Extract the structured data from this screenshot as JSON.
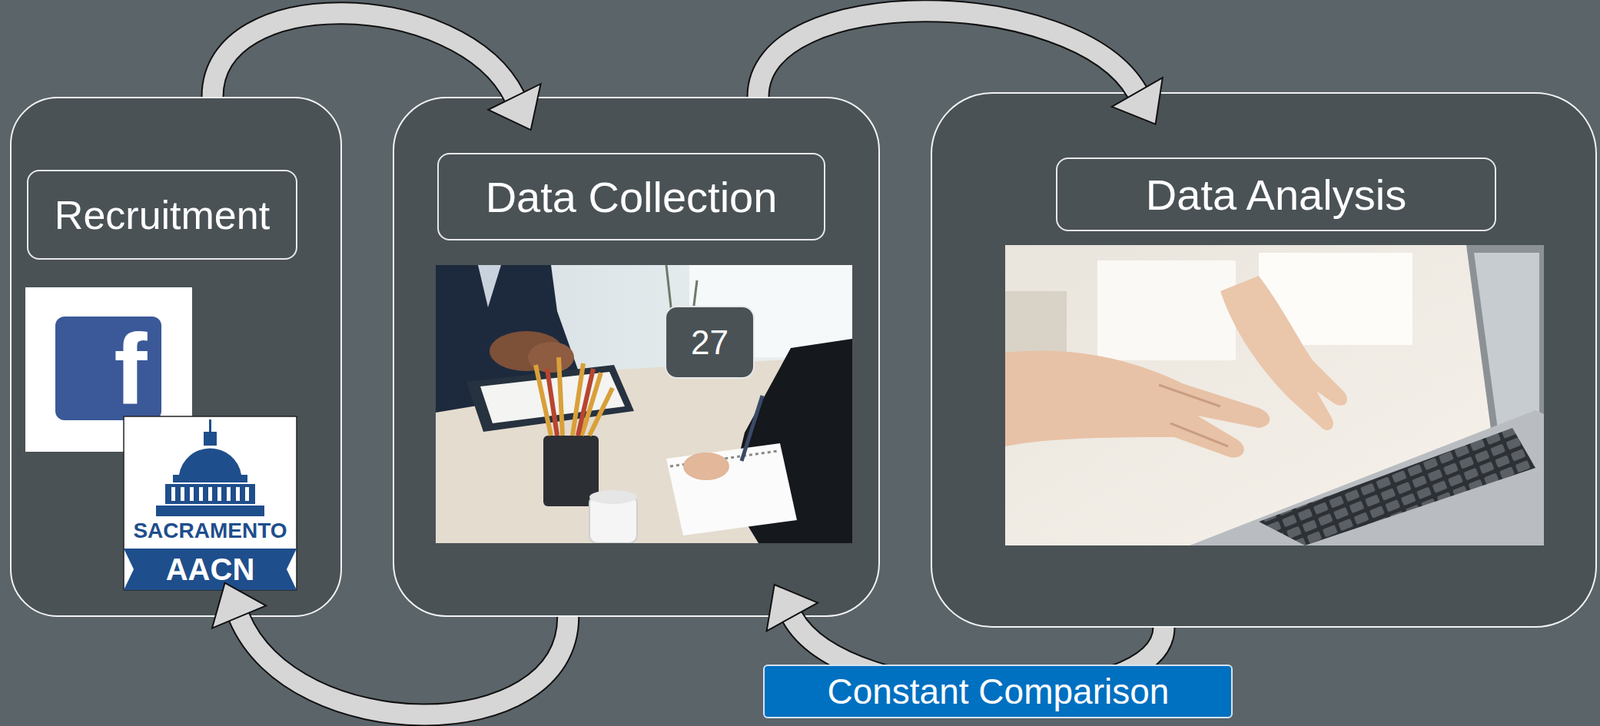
{
  "diagram": {
    "nodes": [
      {
        "text": [
          "Recruitment"
        ]
      },
      {
        "text": [
          "Data Collection"
        ]
      },
      {
        "text": [
          "Data Analysis"
        ]
      },
      {
        "text": [
          "27"
        ],
        "in": 1
      }
    ],
    "edges": [
      {
        "from": 0,
        "to": 1,
        "arrow": "to"
      },
      {
        "from": 1,
        "to": 2,
        "arrow": "to"
      },
      {
        "from": 1,
        "to": 0,
        "arrow": "to"
      },
      {
        "from": 2,
        "to": 1,
        "arrow": "to",
        "label": "Constant Comparison"
      }
    ],
    "labels": [
      "f",
      "SACRAMENTO",
      "AACN"
    ]
  }
}
